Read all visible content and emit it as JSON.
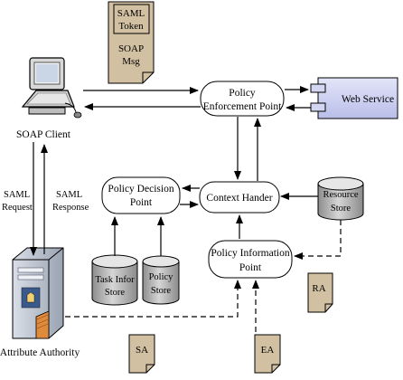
{
  "diagram": {
    "nodes": {
      "soap_client": "SOAP Client",
      "attribute_authority": "Attribute Authority",
      "pep_line1": "Policy",
      "pep_line2": "Enforcement Point",
      "web_service": "Web Service",
      "pdp_line1": "Policy Decision",
      "pdp_line2": "Point",
      "context_handler": "Context Hander",
      "pip_line1": "Policy Information",
      "pip_line2": "Point",
      "resource_store_line1": "Resource",
      "resource_store_line2": "Store",
      "task_store_line1": "Task Infor",
      "task_store_line2": "Store",
      "policy_store_line1": "Policy",
      "policy_store_line2": "Store"
    },
    "documents": {
      "saml_token_line1": "SAML",
      "saml_token_line2": "Token",
      "soap_msg_line1": "SOAP",
      "soap_msg_line2": "Msg",
      "ra": "RA",
      "sa": "SA",
      "ea": "EA"
    },
    "edge_labels": {
      "saml_request_line1": "SAML",
      "saml_request_line2": "Request",
      "saml_response_line1": "SAML",
      "saml_response_line2": "Response"
    },
    "colors": {
      "doc_fill": "#d2c0a2",
      "box_fill": "#ffffff",
      "web_service_fill": "#cbcfee",
      "cylinder_body": "#b4b4b4",
      "cylinder_top": "#e6e6e6",
      "stroke": "#000000"
    }
  }
}
